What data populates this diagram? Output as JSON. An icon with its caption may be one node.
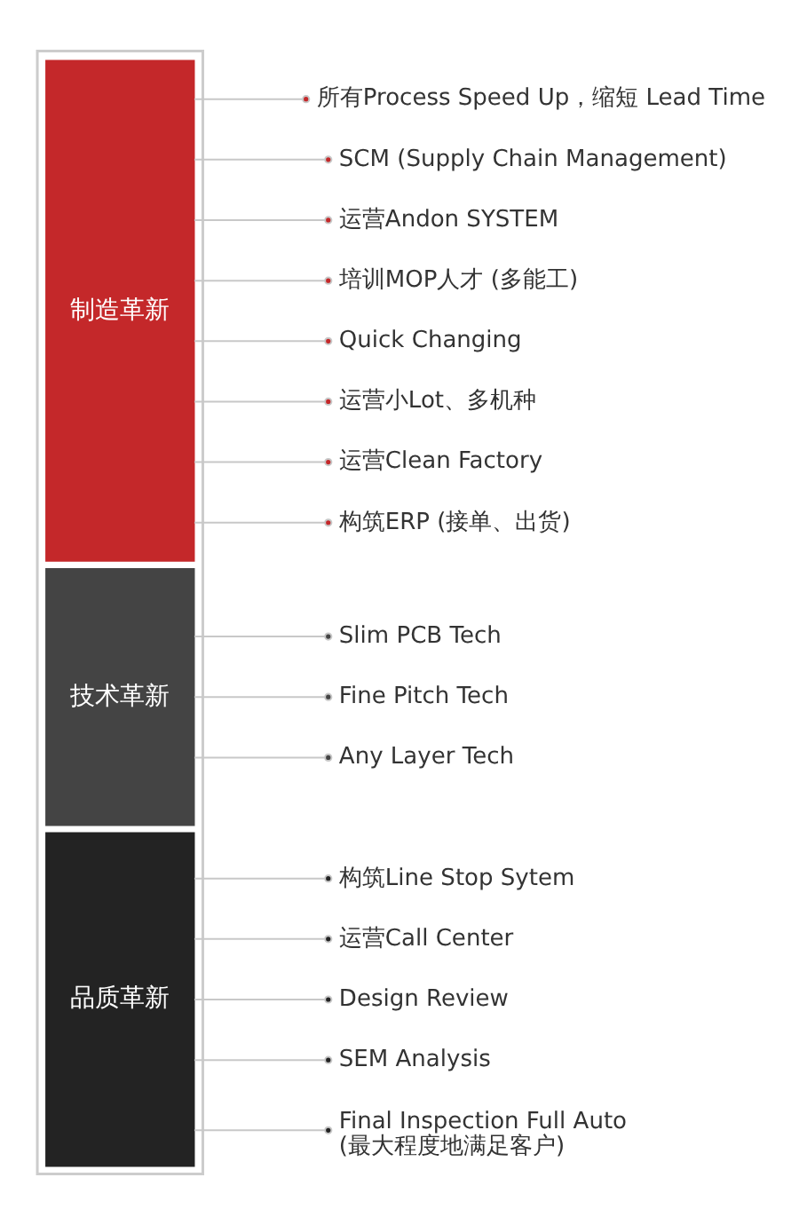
{
  "diagram": {
    "nodes": [
      {
        "text": [],
        "shape": "box"
      },
      {
        "text": [
          "制造革新"
        ],
        "in": 0
      },
      {
        "text": [
          "所有Process Speed Up，缩短 Lead Time"
        ]
      },
      {
        "text": [
          "SCM (Supply Chain Management)"
        ]
      },
      {
        "text": [
          "运营Andon SYSTEM"
        ]
      },
      {
        "text": [
          "培训MOP人才 (多能工)"
        ]
      },
      {
        "text": [
          "Quick Changing"
        ]
      },
      {
        "text": [
          "运营小Lot、多机种"
        ]
      },
      {
        "text": [
          "运营Clean Factory"
        ]
      },
      {
        "text": [
          "构筑ERP (接单、出货)"
        ]
      },
      {
        "text": [
          "技术革新"
        ],
        "in": 0
      },
      {
        "text": [
          "Slim PCB Tech"
        ]
      },
      {
        "text": [
          "Fine Pitch Tech"
        ]
      },
      {
        "text": [
          "Any Layer Tech"
        ]
      },
      {
        "text": [
          "品质革新"
        ],
        "in": 0
      },
      {
        "text": [
          "构筑Line Stop Sytem"
        ]
      },
      {
        "text": [
          "运营Call Center"
        ]
      },
      {
        "text": [
          "Design Review"
        ]
      },
      {
        "text": [
          "SEM Analysis"
        ]
      },
      {
        "text": [
          "Final Inspection Full Auto (最大程度地满足客户)"
        ]
      }
    ],
    "edges": [
      {
        "from": 1,
        "to": 2,
        "arrow": "other"
      },
      {
        "from": 1,
        "to": 3,
        "arrow": "other"
      },
      {
        "from": 1,
        "to": 4,
        "arrow": "other"
      },
      {
        "from": 1,
        "to": 5,
        "arrow": "other"
      },
      {
        "from": 1,
        "to": 6,
        "arrow": "other"
      },
      {
        "from": 1,
        "to": 7,
        "arrow": "other"
      },
      {
        "from": 1,
        "to": 8,
        "arrow": "other"
      },
      {
        "from": 1,
        "to": 9,
        "arrow": "other"
      },
      {
        "from": 10,
        "to": 11,
        "arrow": "other"
      },
      {
        "from": 10,
        "to": 12,
        "arrow": "other"
      },
      {
        "from": 10,
        "to": 13,
        "arrow": "other"
      },
      {
        "from": 14,
        "to": 15,
        "arrow": "other"
      },
      {
        "from": 14,
        "to": 16,
        "arrow": "other"
      },
      {
        "from": 14,
        "to": 17,
        "arrow": "other"
      },
      {
        "from": 14,
        "to": 18,
        "arrow": "other"
      },
      {
        "from": 14,
        "to": 19,
        "arrow": "other"
      }
    ]
  }
}
